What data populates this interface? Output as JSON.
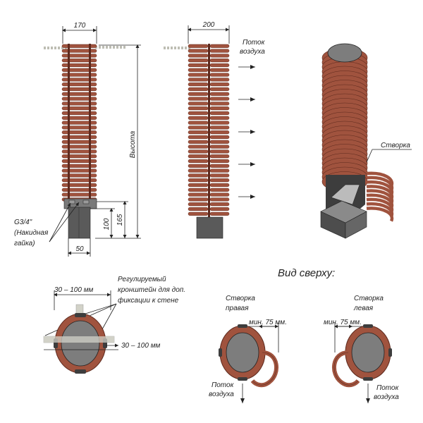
{
  "colors": {
    "slat": "#a0533e",
    "slat_dark": "#5e2a1e",
    "slat_light": "#c9826c",
    "steel": "#5a5a5a",
    "steel_dark": "#3d3d3d",
    "glass": "#7d7d7d",
    "rope": "#d2d2c8",
    "line": "#222222"
  },
  "front_view": {
    "width_dim": "170",
    "height_label": "Высота",
    "dim_165": "165",
    "dim_100": "100",
    "dim_50": "50",
    "thread_label_1": "G3/4\"",
    "thread_label_2": "(Накидная",
    "thread_label_3": "гайка)"
  },
  "side_view": {
    "width_dim": "200",
    "airflow_1": "Поток",
    "airflow_2": "воздуха"
  },
  "iso_view": {
    "flap_label": "Створка"
  },
  "bracket_view": {
    "label_1": "Регулируемый",
    "label_2": "кронштейн для доп.",
    "label_3": "фиксации к стене",
    "dim_top": "30 – 100 мм",
    "dim_side": "30 – 100 мм"
  },
  "top_view": {
    "title": "Вид сверху:",
    "right_flap_1": "Створка",
    "right_flap_2": "правая",
    "left_flap_1": "Створка",
    "left_flap_2": "левая",
    "min_right": "мин. 75 мм.",
    "min_left": "мин. 75 мм.",
    "airflow_right_1": "Поток",
    "airflow_right_2": "воздуха",
    "airflow_left_1": "Поток",
    "airflow_left_2": "воздуха"
  }
}
